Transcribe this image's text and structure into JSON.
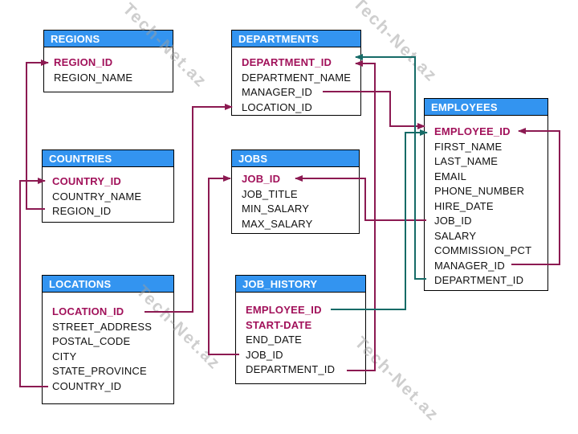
{
  "diagram": {
    "watermark": {
      "text": "Tech-Net.az"
    },
    "colors": {
      "header_bg": "#3394f0",
      "header_text": "#ffffff",
      "pk_text": "#a1115a",
      "row_text": "#111111",
      "maroon": "#8c1a52",
      "teal": "#166b67",
      "table_border": "#000000",
      "watermark": "#9e9e9e"
    },
    "tables": [
      {
        "id": "regions",
        "name": "REGIONS",
        "columns": [
          {
            "name": "REGION_ID",
            "pk": true
          },
          {
            "name": "REGION_NAME",
            "pk": false
          }
        ]
      },
      {
        "id": "countries",
        "name": "COUNTRIES",
        "columns": [
          {
            "name": "COUNTRY_ID",
            "pk": true
          },
          {
            "name": "COUNTRY_NAME",
            "pk": false
          },
          {
            "name": "REGION_ID",
            "pk": false
          }
        ]
      },
      {
        "id": "locations",
        "name": "LOCATIONS",
        "columns": [
          {
            "name": "LOCATION_ID",
            "pk": true
          },
          {
            "name": "STREET_ADDRESS",
            "pk": false
          },
          {
            "name": "POSTAL_CODE",
            "pk": false
          },
          {
            "name": "CITY",
            "pk": false
          },
          {
            "name": "STATE_PROVINCE",
            "pk": false
          },
          {
            "name": "COUNTRY_ID",
            "pk": false
          }
        ]
      },
      {
        "id": "departments",
        "name": "DEPARTMENTS",
        "columns": [
          {
            "name": "DEPARTMENT_ID",
            "pk": true
          },
          {
            "name": "DEPARTMENT_NAME",
            "pk": false
          },
          {
            "name": "MANAGER_ID",
            "pk": false
          },
          {
            "name": "LOCATION_ID",
            "pk": false
          }
        ]
      },
      {
        "id": "jobs",
        "name": "JOBS",
        "columns": [
          {
            "name": "JOB_ID",
            "pk": true
          },
          {
            "name": "JOB_TITLE",
            "pk": false
          },
          {
            "name": "MIN_SALARY",
            "pk": false
          },
          {
            "name": "MAX_SALARY",
            "pk": false
          }
        ]
      },
      {
        "id": "job_history",
        "name": "JOB_HISTORY",
        "columns": [
          {
            "name": "EMPLOYEE_ID",
            "pk": true
          },
          {
            "name": "START-DATE",
            "pk": true
          },
          {
            "name": "END_DATE",
            "pk": false
          },
          {
            "name": "JOB_ID",
            "pk": false
          },
          {
            "name": "DEPARTMENT_ID",
            "pk": false
          }
        ]
      },
      {
        "id": "employees",
        "name": "EMPLOYEES",
        "columns": [
          {
            "name": "EMPLOYEE_ID",
            "pk": true
          },
          {
            "name": "FIRST_NAME",
            "pk": false
          },
          {
            "name": "LAST_NAME",
            "pk": false
          },
          {
            "name": "EMAIL",
            "pk": false
          },
          {
            "name": "PHONE_NUMBER",
            "pk": false
          },
          {
            "name": "HIRE_DATE",
            "pk": false
          },
          {
            "name": "JOB_ID",
            "pk": false
          },
          {
            "name": "SALARY",
            "pk": false
          },
          {
            "name": "COMMISSION_PCT",
            "pk": false
          },
          {
            "name": "MANAGER_ID",
            "pk": false
          },
          {
            "name": "DEPARTMENT_ID",
            "pk": false
          }
        ]
      }
    ],
    "relationships": [
      {
        "from": "COUNTRIES.REGION_ID",
        "to": "REGIONS.REGION_ID",
        "color": "maroon"
      },
      {
        "from": "LOCATIONS.COUNTRY_ID",
        "to": "COUNTRIES.COUNTRY_ID",
        "color": "maroon"
      },
      {
        "from": "LOCATIONS.LOCATION_ID",
        "to": "DEPARTMENTS.LOCATION_ID",
        "color": "maroon"
      },
      {
        "from": "JOB_HISTORY.JOB_ID",
        "to": "JOBS.JOB_ID",
        "color": "maroon"
      },
      {
        "from": "EMPLOYEES.JOB_ID",
        "to": "JOBS.JOB_ID",
        "color": "maroon"
      },
      {
        "from": "DEPARTMENTS.MANAGER_ID",
        "to": "EMPLOYEES.EMPLOYEE_ID",
        "color": "maroon"
      },
      {
        "from": "JOB_HISTORY.DEPARTMENT_ID",
        "to": "DEPARTMENTS.DEPARTMENT_ID",
        "color": "maroon"
      },
      {
        "from": "EMPLOYEES.MANAGER_ID",
        "to": "EMPLOYEES.EMPLOYEE_ID",
        "color": "maroon"
      },
      {
        "from": "EMPLOYEES.DEPARTMENT_ID",
        "to": "DEPARTMENTS.DEPARTMENT_ID",
        "color": "teal"
      },
      {
        "from": "JOB_HISTORY.EMPLOYEE_ID",
        "to": "EMPLOYEES.EMPLOYEE_ID",
        "color": "teal"
      }
    ]
  }
}
